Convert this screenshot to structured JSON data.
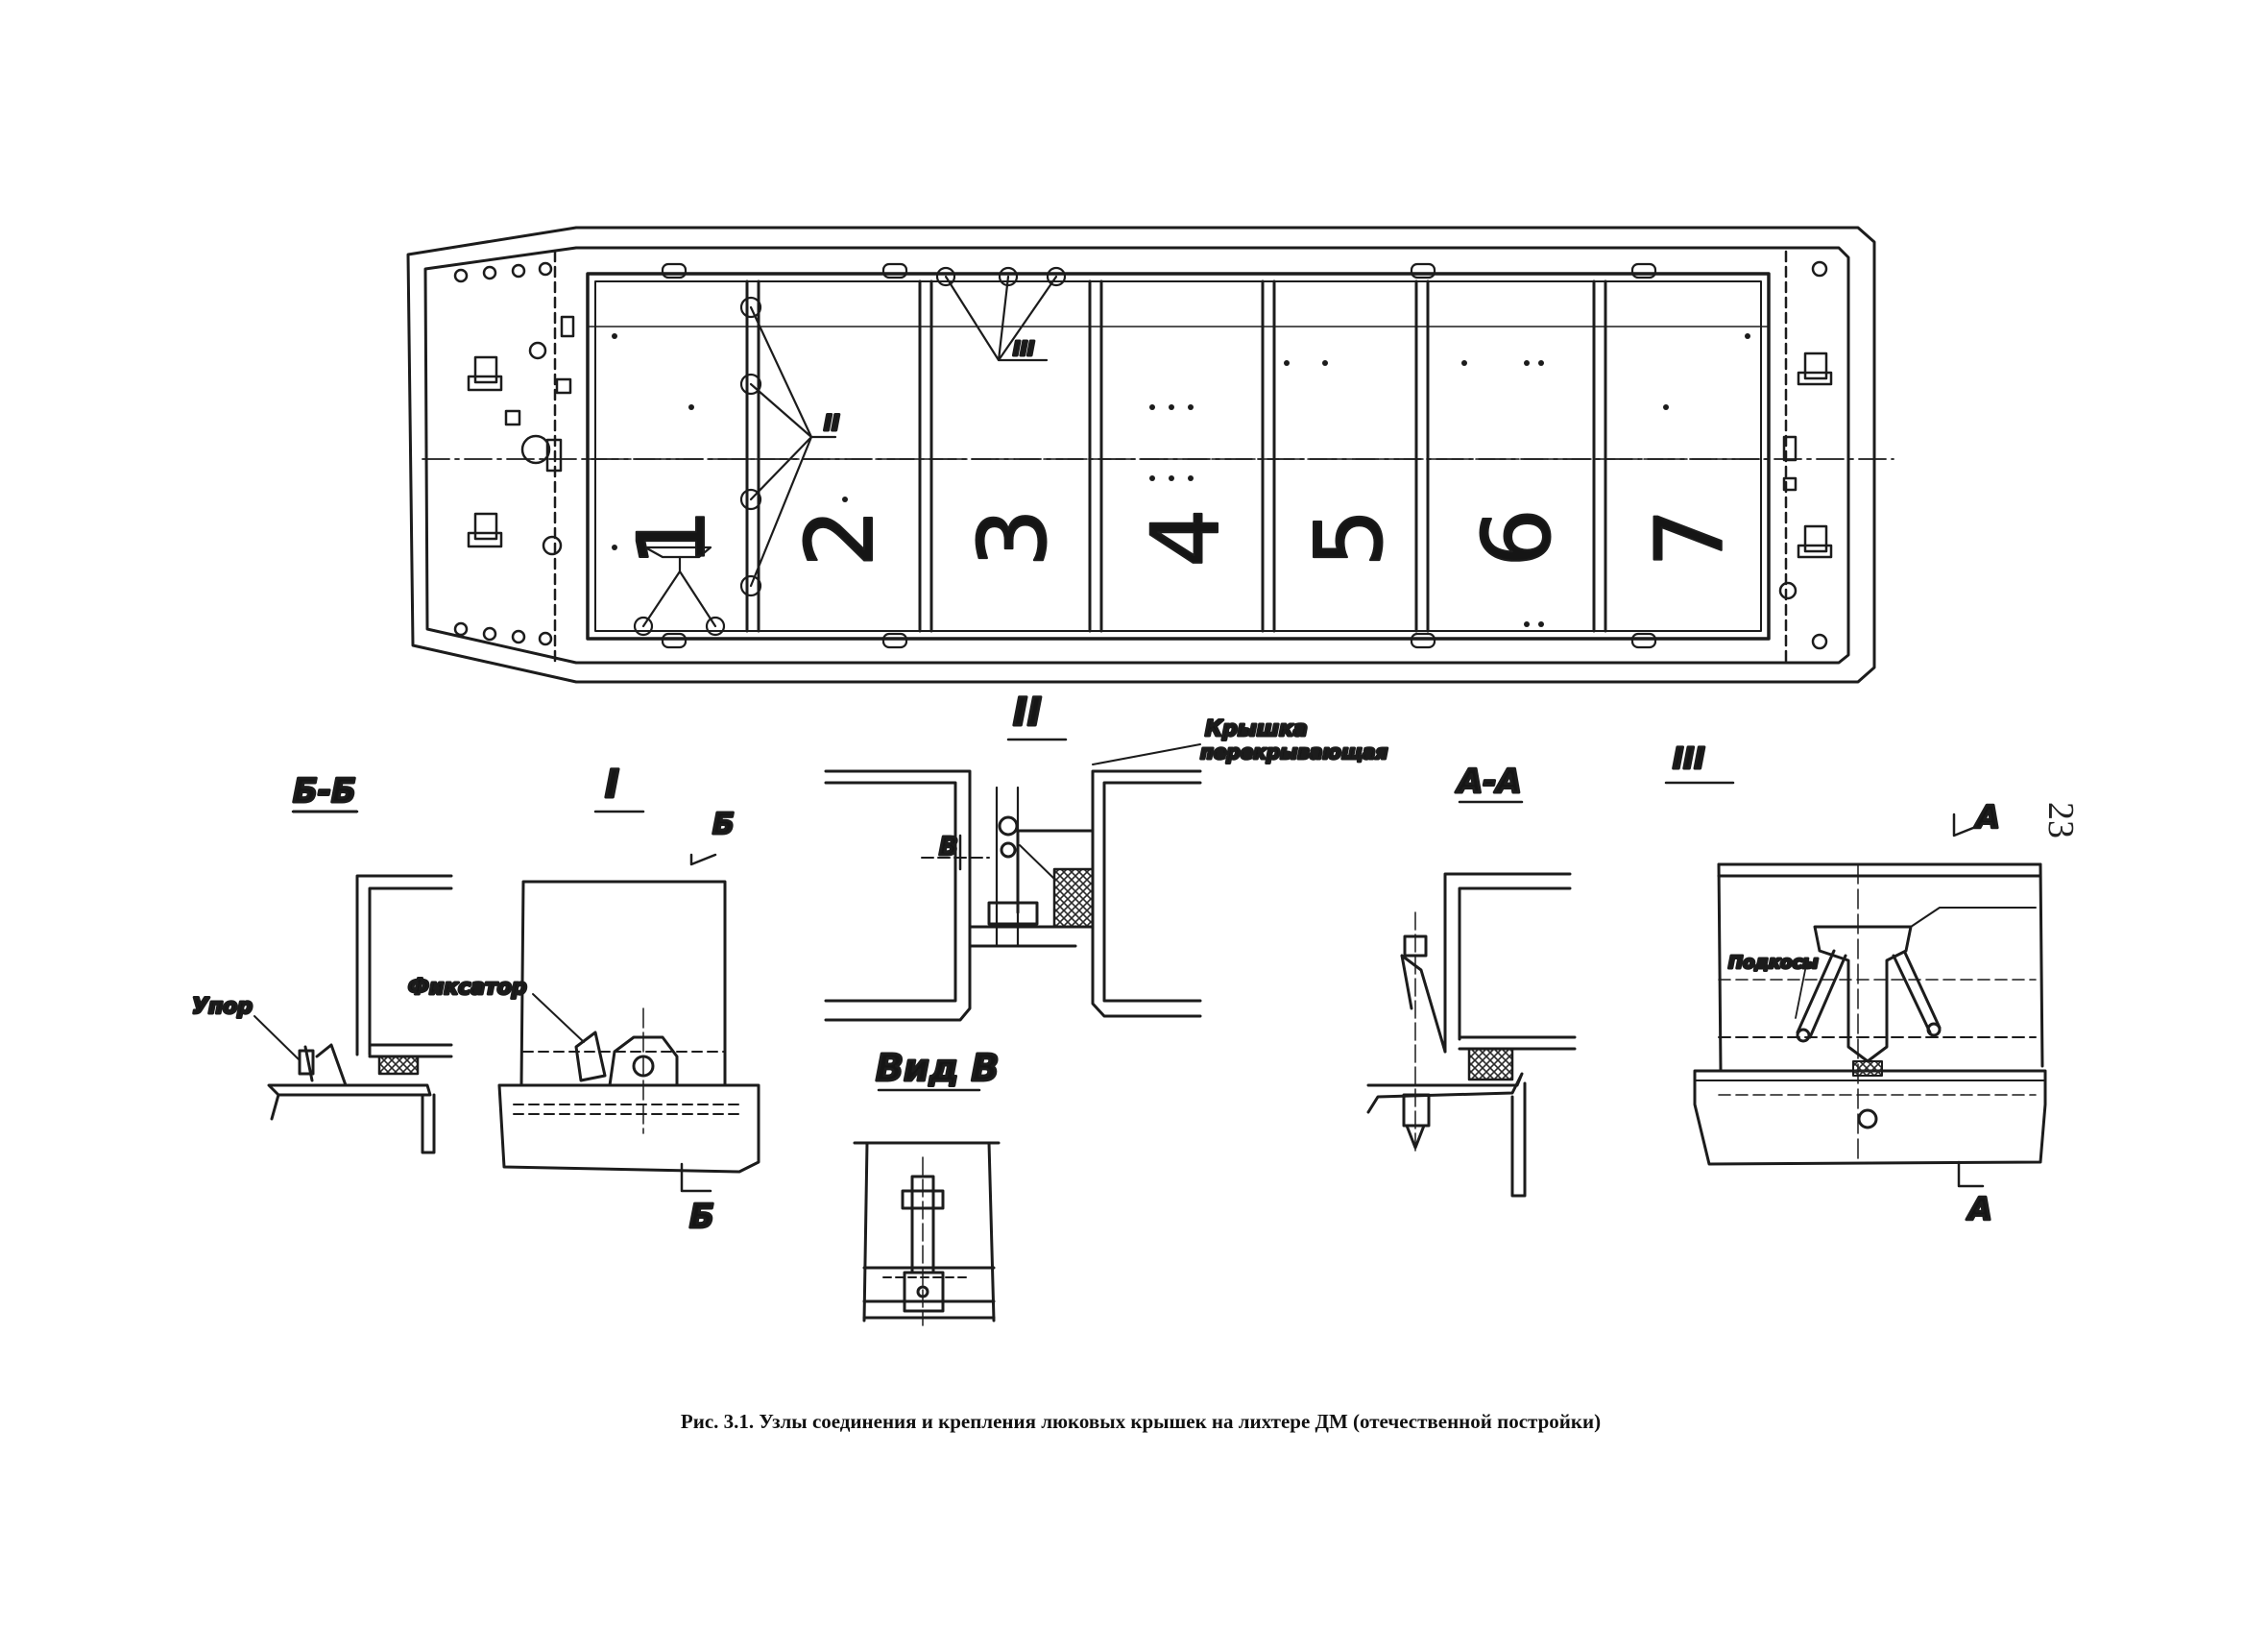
{
  "colors": {
    "ink": "#1c1c1c",
    "paper": "#ffffff",
    "hatch": "#2a2a2a"
  },
  "plan": {
    "hatch_numbers": [
      "1",
      "2",
      "3",
      "4",
      "5",
      "6",
      "7"
    ],
    "callout_II": "II",
    "callout_III": "III"
  },
  "details": {
    "bb": {
      "title": "Б-Б",
      "stop_label": "Упор"
    },
    "i": {
      "title": "I",
      "fixer_label": "Фиксатор",
      "cut_top": "Б",
      "cut_bottom": "Б"
    },
    "ii": {
      "title": "II",
      "cover_label_1": "Крышка",
      "cover_label_2": "перекрывающая",
      "view_marker": "В"
    },
    "view_v": {
      "title": "Вид В"
    },
    "aa": {
      "title": "А-А"
    },
    "iii": {
      "title": "III",
      "brace_label": "Подкосы",
      "cut_top": "А",
      "cut_bottom": "А"
    }
  },
  "caption": "Рис. 3.1. Узлы соединения и крепления люковых крышек на лихтере ДМ (отечественной постройки)",
  "page_number": "23"
}
